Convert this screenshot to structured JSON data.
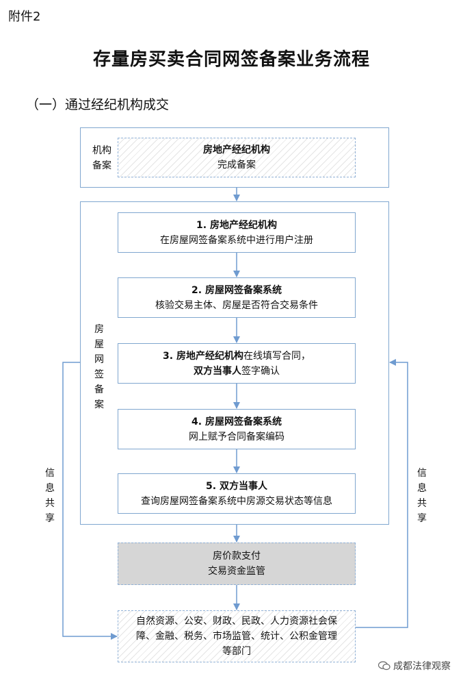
{
  "attachment_label": "附件2",
  "title": "存量房买卖合同网签备案业务流程",
  "section_heading": "（一）通过经纪机构成交",
  "agency_filing": {
    "side_label_1": "机构",
    "side_label_2": "备案",
    "box_title": "房地产经纪机构",
    "box_text": "完成备案"
  },
  "online_filing": {
    "side_label_chars": [
      "房",
      "屋",
      "网",
      "签",
      "备",
      "案"
    ],
    "steps": [
      {
        "title": "1. 房地产经纪机构",
        "text": "在房屋网签备案系统中进行用户注册"
      },
      {
        "title": "2. 房屋网签备案系统",
        "text": "核验交易主体、房屋是否符合交易条件"
      },
      {
        "title_bold": "3. 房地产经纪机构",
        "title_rest": "在线填写合同，",
        "line2_bold": "双方当事人",
        "line2_rest": "签字确认"
      },
      {
        "title": "4. 房屋网签备案系统",
        "text": "网上赋予合同备案编码"
      },
      {
        "title": "5. 双方当事人",
        "text": "查询房屋网签备案系统中房源交易状态等信息"
      }
    ]
  },
  "info_share_left": [
    "信",
    "息",
    "共",
    "享"
  ],
  "info_share_right": [
    "信",
    "息",
    "共",
    "享"
  ],
  "payment_box": {
    "line1": "房价款支付",
    "line2": "交易资金监管"
  },
  "departments_box": {
    "line1": "自然资源、公安、财政、民政、人力资源社会保",
    "line2": "障、金融、税务、市场监管、统计、公积金管理",
    "line3": "等部门"
  },
  "watermark": "成都法律观察",
  "colors": {
    "border": "#7fa6cf",
    "arrow": "#6f9bd0",
    "gray_fill": "#d6d6d6"
  }
}
